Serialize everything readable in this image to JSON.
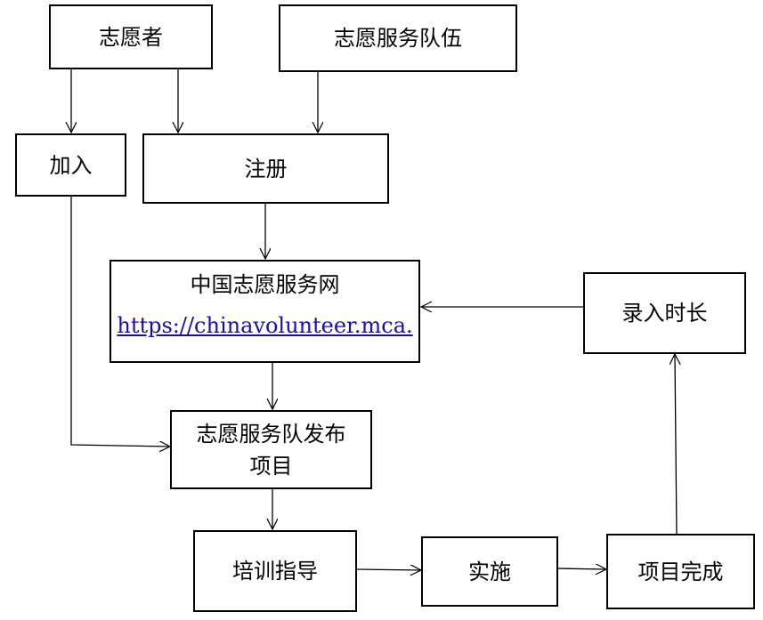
{
  "nodes": {
    "volunteer": {
      "label": "志愿者"
    },
    "volunteer_team": {
      "label": "志愿服务队伍"
    },
    "join": {
      "label": "加入"
    },
    "register": {
      "label": "注册"
    },
    "platform": {
      "label": "中国志愿服务网",
      "url": "https://chinavolunteer.mca."
    },
    "record_hours": {
      "label": "录入时长"
    },
    "publish": {
      "line1": "志愿服务队发布",
      "line2": "项目"
    },
    "training": {
      "label": "培训指导"
    },
    "implement": {
      "label": "实施"
    },
    "complete": {
      "label": "项目完成"
    }
  },
  "colors": {
    "line": "#000000",
    "link": "#1a0dab"
  }
}
